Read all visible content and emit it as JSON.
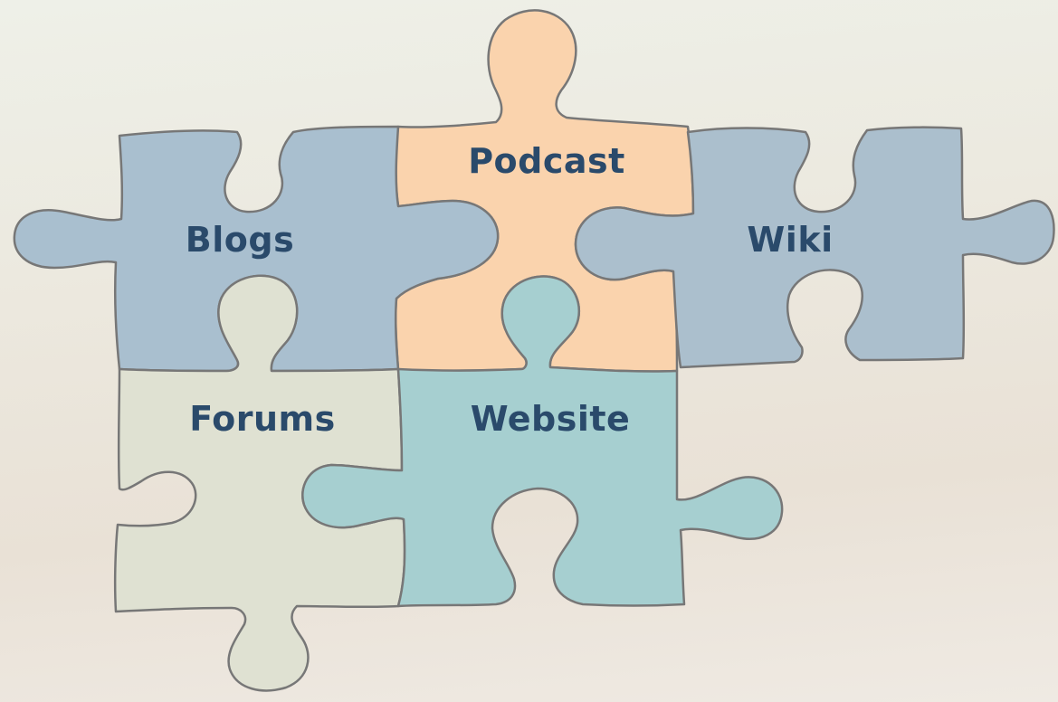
{
  "pieces": {
    "blogs": {
      "label": "Blogs",
      "color": "#a9bfcf"
    },
    "podcast": {
      "label": "Podcast",
      "color": "#fad3ad"
    },
    "wiki": {
      "label": "Wiki",
      "color": "#abbfcd"
    },
    "forums": {
      "label": "Forums",
      "color": "#dfe1d2"
    },
    "website": {
      "label": "Website",
      "color": "#a6cfd0"
    }
  },
  "colors": {
    "label_text": "#2a4a6b",
    "outline": "#777777"
  }
}
